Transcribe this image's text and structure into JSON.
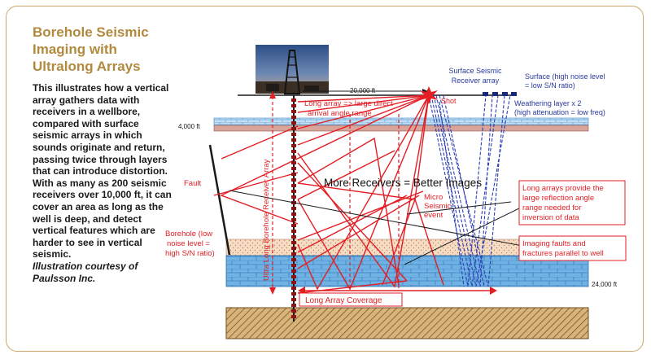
{
  "caption": {
    "title": "Borehole Seismic Imaging with Ultralong Arrays",
    "body": "This illustrates how a vertical array gathers data with receivers in a wellbore, compared with surface seismic arrays in which sounds originate and return, passing twice through layers that can introduce distortion. With as many as 200 seismic receivers over 10,000 ft, it can cover an area as long as the well is deep, and detect vertical features which are harder to see in vertical seismic.",
    "credit": "Illustration courtesy of Paulsson Inc."
  },
  "diagram": {
    "distance_label": "20,000 ft",
    "depth_top": "4,000 ft",
    "depth_bottom": "24,000 ft",
    "shot": "Shot",
    "surface_array": [
      "Surface Seismic",
      "Receiver array"
    ],
    "surface_note": [
      "Surface (high noise level",
      "= low S/N ratio)"
    ],
    "weathering": [
      "Weathering layer x 2",
      "(high attenuation = low freq)"
    ],
    "long_array_note": [
      "Long array => large direct",
      "arrival angle range"
    ],
    "vertical_array": "Ultra Long Borehole Receiver Array",
    "fault": "Fault",
    "borehole_note": [
      "Borehole (low",
      "noise level =",
      "high S/N ratio)"
    ],
    "headline": "More Receivers = Better Images",
    "micro": [
      "Micro",
      "Seismic",
      "event"
    ],
    "box_reflection": [
      "Long arrays provide the",
      "large reflection angle",
      "range needed for",
      "inversion of data"
    ],
    "box_faults": [
      "Imaging faults and",
      "fractures parallel to well"
    ],
    "coverage": "Long Array Coverage"
  },
  "colors": {
    "accent": "#b28a3e",
    "ray_red": "#e31e24",
    "ray_blue": "#2b3fb5",
    "label_blue": "#2a3a9e",
    "layer_blue": "#6fb2e3",
    "layer_pink": "#d9a49a",
    "layer_tan": "#c8a46a"
  }
}
